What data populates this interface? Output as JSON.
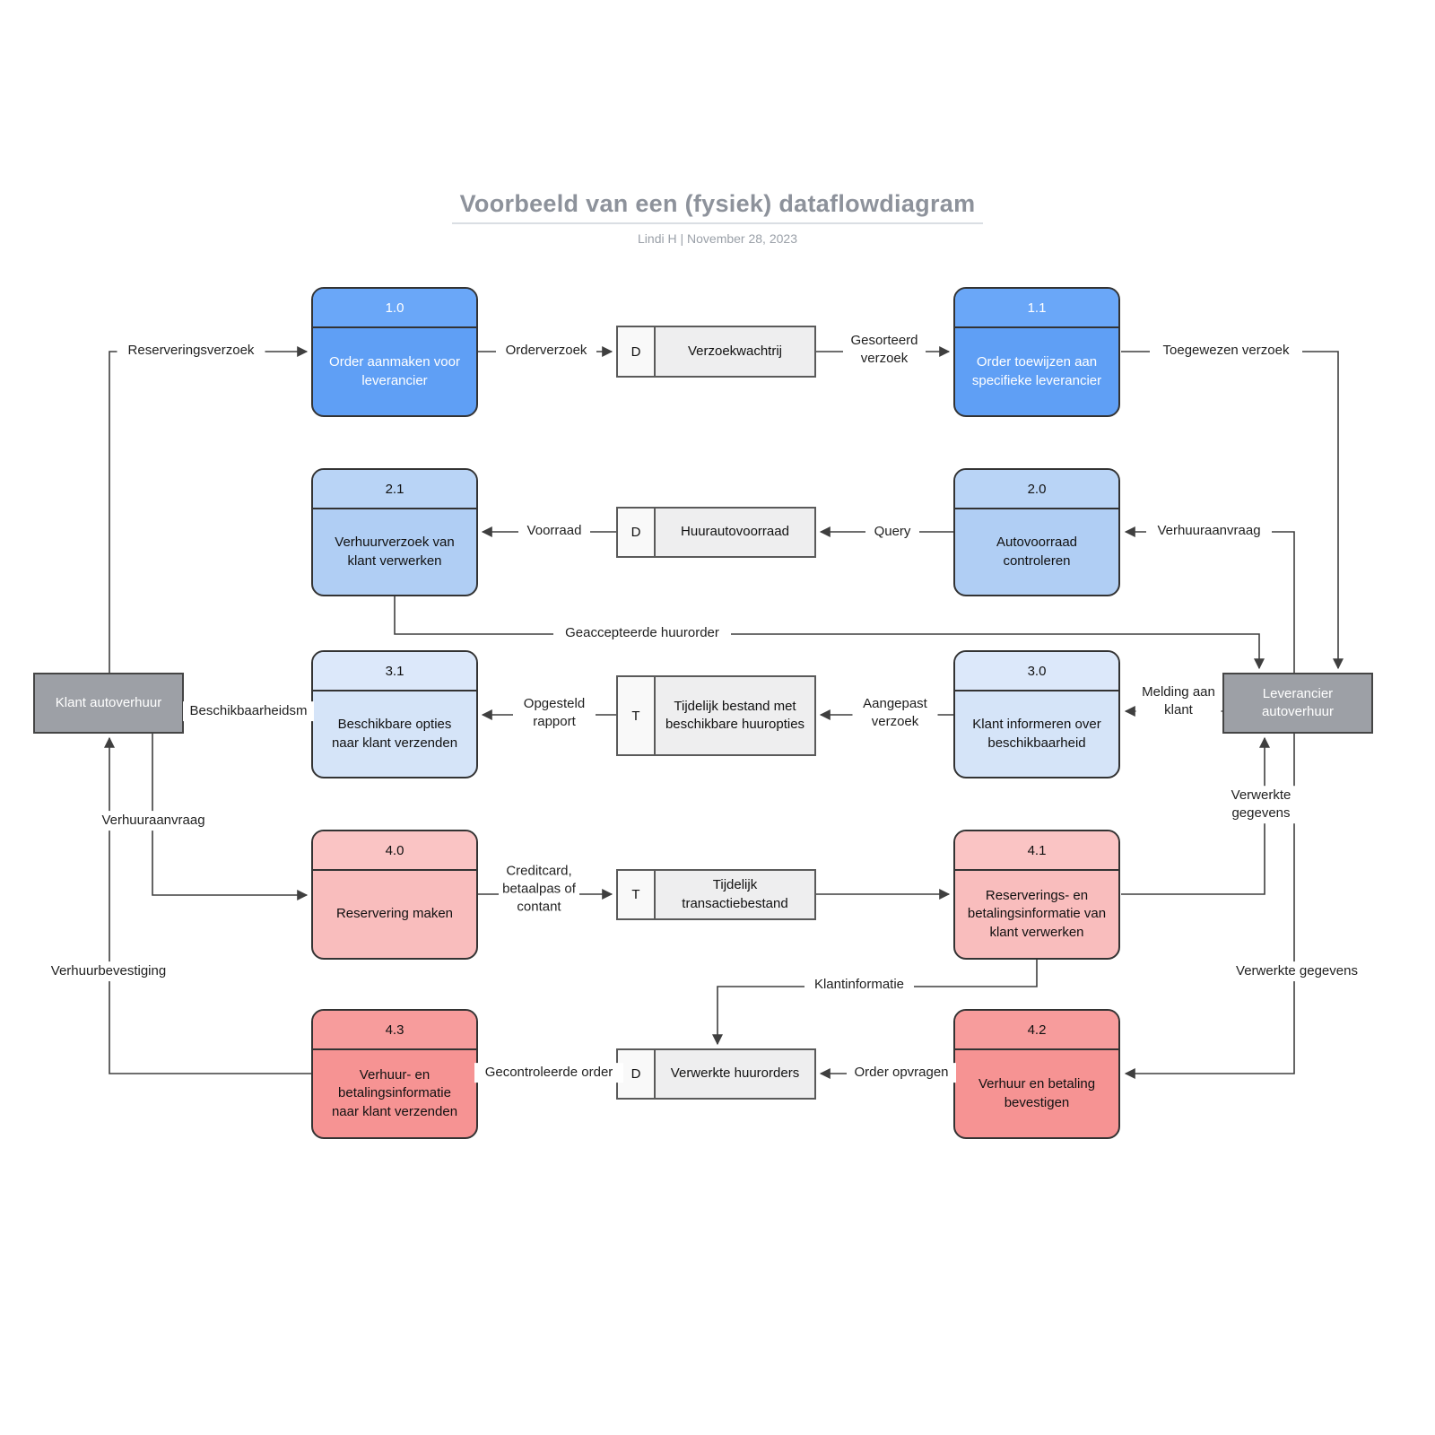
{
  "title": "Voorbeeld van een (fysiek) dataflowdiagram",
  "subtitle": "Lindi H  |  November 28, 2023",
  "colors": {
    "process_blue_dark": "#5f9ff5",
    "process_blue_mid": "#b0cef4",
    "process_blue_light": "#d5e4f8",
    "process_pink_light": "#f9bdbd",
    "process_pink_dark": "#f69393",
    "store_fill": "#eeeeef",
    "entity_fill": "#9da0a6",
    "line": "#3f3f3f",
    "title_gray": "#8d929b"
  },
  "processes": [
    {
      "id": "1.0",
      "label": "Order aanmaken voor leverancier"
    },
    {
      "id": "1.1",
      "label": "Order toewijzen aan specifieke leverancier"
    },
    {
      "id": "2.1",
      "label": "Verhuurverzoek van klant verwerken"
    },
    {
      "id": "2.0",
      "label": "Autovoorraad controleren"
    },
    {
      "id": "3.1",
      "label": "Beschikbare opties naar klant verzenden"
    },
    {
      "id": "3.0",
      "label": "Klant informeren over beschikbaarheid"
    },
    {
      "id": "4.0",
      "label": "Reservering maken"
    },
    {
      "id": "4.1",
      "label": "Reserverings- en betalingsinformatie van klant verwerken"
    },
    {
      "id": "4.3",
      "label": "Verhuur- en betalingsinformatie naar klant verzenden"
    },
    {
      "id": "4.2",
      "label": "Verhuur en betaling bevestigen"
    }
  ],
  "stores": [
    {
      "id": "D",
      "label": "Verzoekwachtrij"
    },
    {
      "id": "D",
      "label": "Huurautovoorraad"
    },
    {
      "id": "T",
      "label": "Tijdelijk bestand met beschikbare huuropties"
    },
    {
      "id": "T",
      "label": "Tijdelijk transactiebestand"
    },
    {
      "id": "D",
      "label": "Verwerkte huurorders"
    }
  ],
  "entities": [
    {
      "label": "Klant autoverhuur"
    },
    {
      "label": "Leverancier autoverhuur"
    }
  ],
  "flows": [
    {
      "from": "klant-autoverhuur",
      "to": "1.0",
      "label": "Reserveringsverzoek"
    },
    {
      "from": "1.0",
      "to": "verzoekwachtrij",
      "label": "Orderverzoek"
    },
    {
      "from": "verzoekwachtrij",
      "to": "1.1",
      "label": "Gesorteerd verzoek"
    },
    {
      "from": "1.1",
      "to": "leverancier-autoverhuur",
      "label": "Toegewezen verzoek"
    },
    {
      "from": "leverancier-autoverhuur",
      "to": "2.0",
      "label": "Verhuuraanvraag"
    },
    {
      "from": "2.0",
      "to": "huurautovoorraad",
      "label": "Query"
    },
    {
      "from": "huurautovoorraad",
      "to": "2.1",
      "label": "Voorraad"
    },
    {
      "from": "2.1",
      "to": "leverancier-autoverhuur",
      "label": "Geaccepteerde huurorder"
    },
    {
      "from": "leverancier-autoverhuur",
      "to": "3.0",
      "label": "Melding aan klant"
    },
    {
      "from": "3.0",
      "to": "tijdelijk-bestand-huuropties",
      "label": "Aangepast verzoek"
    },
    {
      "from": "tijdelijk-bestand-huuropties",
      "to": "3.1",
      "label": "Opgesteld rapport"
    },
    {
      "from": "3.1",
      "to": "klant-autoverhuur",
      "label": "Beschikbaarheidsm"
    },
    {
      "from": "klant-autoverhuur",
      "to": "4.0",
      "label": "Verhuuraanvraag"
    },
    {
      "from": "4.0",
      "to": "tijdelijk-transactiebestand",
      "label": "Creditcard, betaalpas of contant"
    },
    {
      "from": "tijdelijk-transactiebestand",
      "to": "4.1",
      "label": ""
    },
    {
      "from": "4.1",
      "to": "leverancier-autoverhuur",
      "label": "Verwerkte gegevens"
    },
    {
      "from": "4.1",
      "to": "verwerkte-huurorders",
      "label": "Klantinformatie"
    },
    {
      "from": "leverancier-autoverhuur",
      "to": "4.2",
      "label": "Verwerkte gegevens"
    },
    {
      "from": "4.2",
      "to": "verwerkte-huurorders",
      "label": "Order opvragen"
    },
    {
      "from": "verwerkte-huurorders",
      "to": "4.3",
      "label": "Gecontroleerde order"
    },
    {
      "from": "4.3",
      "to": "klant-autoverhuur",
      "label": "Verhuurbevestiging"
    }
  ]
}
